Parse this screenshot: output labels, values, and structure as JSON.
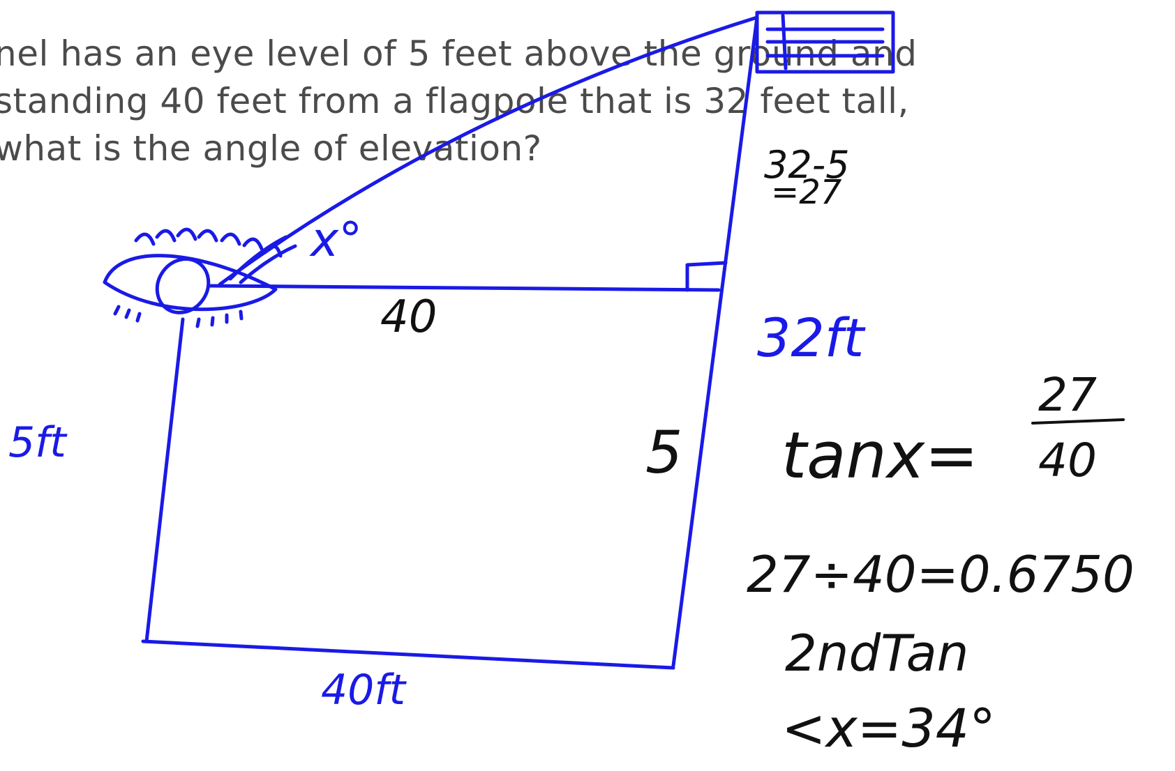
{
  "problem": {
    "line1": "nel has an eye level of 5 feet above the ground and",
    "line2": "standing 40 feet from a flagpole that is 32 feet tall,",
    "line3": "what is the angle of elevation?"
  },
  "annotations": {
    "angle_label": "x°",
    "horizontal_label": "40",
    "eye_height_label": "5ft",
    "ground_label": "40ft",
    "lower_pole_label": "5",
    "pole_height_label": "32ft",
    "subtraction_top": "32-5",
    "subtraction_result": "=27"
  },
  "work": {
    "tan_lhs": "tanx=",
    "tan_numerator": "27",
    "tan_denominator": "40",
    "division": "27÷40=0.6750",
    "calculator_step": "2ndTan",
    "answer": "<x=34°"
  },
  "colors": {
    "ink_blue": "#1a1ae6",
    "ink_black": "#111111",
    "printed_text": "#4b4b4b"
  }
}
